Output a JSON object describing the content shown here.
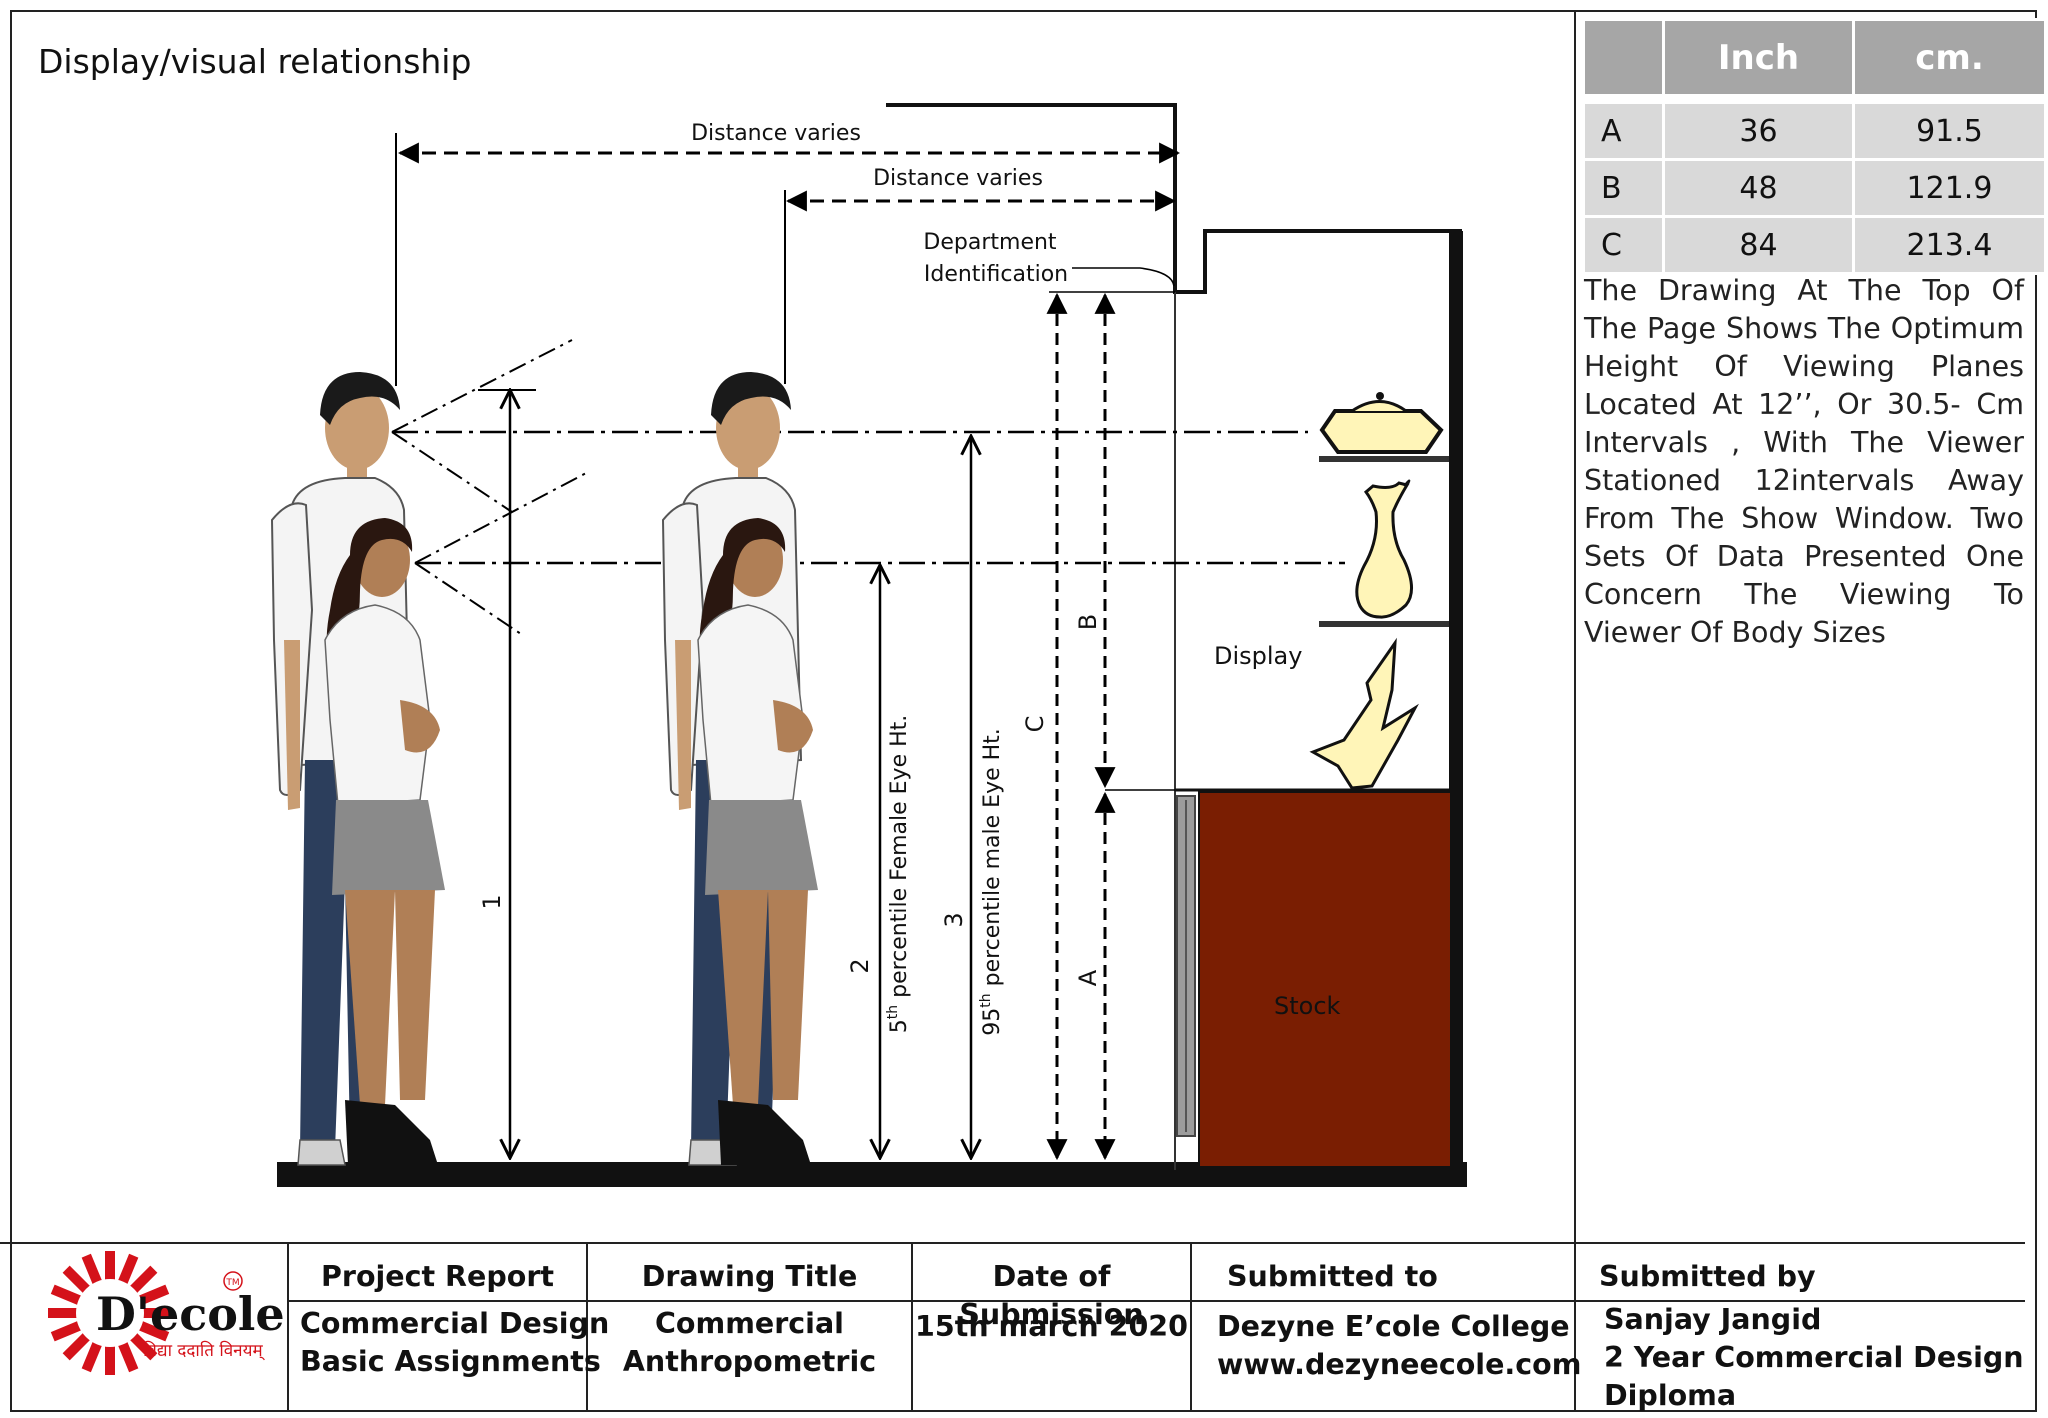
{
  "page_title": "Display/visual relationship",
  "labels": {
    "distance_1": "Distance varies",
    "distance_2": "Distance varies",
    "dept_line1": "Department",
    "dept_line2": "Identification",
    "display": "Display",
    "stock": "Stock",
    "n1": "1",
    "n2": "2",
    "n3": "3",
    "a": "A",
    "b": "B",
    "c": "C",
    "female_pre": "5",
    "female_sup": "th",
    "female_post": " percentile Female Eye Ht.",
    "male_pre": "95",
    "male_sup": "th",
    "male_post": " percentile male Eye Ht."
  },
  "table": {
    "headers": [
      "",
      "Inch",
      "cm."
    ],
    "rows": [
      [
        "A",
        "36",
        "91.5"
      ],
      [
        "B",
        "48",
        "121.9"
      ],
      [
        "C",
        "84",
        "213.4"
      ]
    ]
  },
  "note": "The Drawing At The Top Of The Page Shows The Optimum Height Of Viewing Planes Located At 12’’, Or 30.5- Cm Intervals , With The Viewer Stationed 12intervals Away From The Show Window. Two Sets Of Data Presented One Concern The Viewing To Viewer Of Body Sizes",
  "footer": {
    "logo_name": "D'ecole",
    "logo_tagline": "विद्या ददाति विनयम्",
    "logo_tm": "TM",
    "project_report_label": "Project Report",
    "project_report_line1": "Commercial Design",
    "project_report_line2": "Basic Assignments",
    "drawing_title_label": "Drawing Title",
    "drawing_title_line1": "Commercial",
    "drawing_title_line2": "Anthropometric",
    "date_label": "Date of Submission",
    "date_value": "15th march 2020",
    "submitted_to_label": "Submitted to",
    "submitted_to_line1": "Dezyne E’cole College",
    "submitted_to_line2": "www.dezyneecole.com",
    "submitted_by_label": "Submitted by",
    "submitted_by_line1": "Sanjay Jangid",
    "submitted_by_line2": "2 Year Commercial Design",
    "submitted_by_line3": "Diploma"
  },
  "colors": {
    "stock_cabinet": "#7a1e02",
    "object_fill": "#fff5b8",
    "table_header": "#a6a6a6",
    "table_cell": "#d9d9d9",
    "logo_red": "#d4121a"
  }
}
